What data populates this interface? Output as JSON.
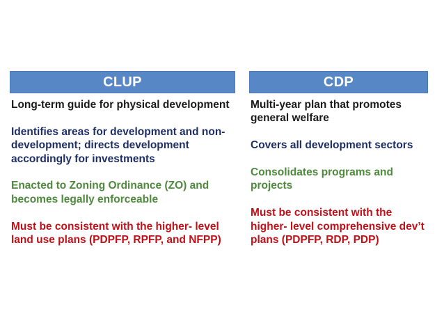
{
  "slide": {
    "kind": "comparison-slide",
    "background": "#ffffff"
  },
  "colors": {
    "header_bg": "#5887C6",
    "header_border": "#4A7AB8",
    "header_text": "#ffffff",
    "black": "#1A1A1A",
    "navy": "#1E2F66",
    "green": "#4E8A3C",
    "red": "#C01018"
  },
  "columns": [
    {
      "header": "CLUP",
      "paragraphs": [
        {
          "color": "black",
          "lines": [
            "Long-term guide for physical development"
          ]
        },
        {
          "color": "navy",
          "lines": [
            "Identifies areas for development and non-",
            "development; directs development",
            "accordingly for investments"
          ]
        },
        {
          "color": "green",
          "lines": [
            "Enacted to Zoning Ordinance (ZO) and",
            "becomes legally enforceable"
          ]
        },
        {
          "color": "red",
          "lines": [
            "Must be consistent with the higher- level",
            "land use plans (PDPFP, RPFP, and NFPP)"
          ]
        }
      ]
    },
    {
      "header": "CDP",
      "paragraphs": [
        {
          "color": "black",
          "lines": [
            "Multi-year plan that promotes",
            "general welfare"
          ]
        },
        {
          "color": "navy",
          "lines": [
            "Covers all development sectors"
          ]
        },
        {
          "color": "green",
          "lines": [
            "Consolidates programs and",
            "projects"
          ]
        },
        {
          "color": "red",
          "lines": [
            "Must be consistent with the",
            "higher- level comprehensive dev’t",
            "plans (PDPFP, RDP, PDP)"
          ]
        }
      ]
    }
  ]
}
